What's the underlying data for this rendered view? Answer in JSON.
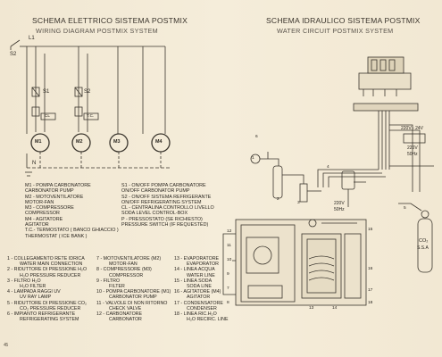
{
  "left": {
    "title": "SCHEMA ELETTRICO SISTEMA POSTMIX",
    "subtitle": "WIRING DIAGRAM POSTMIX SYSTEM",
    "labels": {
      "s2": "S2",
      "l1": "L1",
      "s1": "S1",
      "s2b": "S2",
      "cl": "CL",
      "tc": "T.C.",
      "n": "N",
      "p": "P"
    },
    "motors": [
      "M1",
      "M2",
      "M3",
      "M4"
    ]
  },
  "legend": {
    "col1": [
      "M1 - POMPA CARBONATORE",
      "       CARBONATOR PUMP",
      "M2 - MOTOVENTILATORE",
      "       MOTOR-FAN",
      "M3 - COMPRESSORE",
      "       COMPRESSOR",
      "M4 - AGITATORE",
      "       AGITATOR",
      "T.C.- TERMOSTATO ( BANCO GHIACCIO )",
      "       THERMOSTAT ( ICE BANK )"
    ],
    "col2": [
      "S1 - ON/OFF POMPA CARBONATORE",
      "       ON/OFF CARBONATOR PUMP",
      "S2 - ON/OFF SISTEMA REFRIGERANTE",
      "       ON/OFF REFRIGERATING SYSTEM",
      "CL - CENTRALINA CONTROLLO LIVELLO",
      "       SODA LEVEL CONTROL-BOX",
      "P   - PRESSOSTATO (SE RICHIESTO)",
      "       PRESSURE SWITCH (IF REQUESTED)"
    ]
  },
  "right": {
    "title": "SCHEMA IDRAULICO SISTEMA POSTMIX",
    "subtitle": "WATER CIRCUIT POSTMIX SYSTEM",
    "labels": {
      "v220_24": "220V - 24V",
      "v220": "220V",
      "hz": "50Hz",
      "v220b": "220V",
      "hzb": "50Hz",
      "co2": "CO₂",
      "ssa": "S.S.A"
    },
    "numbers": [
      "1",
      "2",
      "3",
      "4",
      "5",
      "6",
      "7",
      "8",
      "9",
      "10",
      "11",
      "12",
      "13",
      "14",
      "15",
      "16",
      "17",
      "18"
    ]
  },
  "bottom": {
    "col1": [
      [
        "1",
        "- COLLEGAMENTO RETE IDRICA",
        "WATER MAIN CONNECTION"
      ],
      [
        "2",
        "- RIDUTTORE DI PRESSIONE H₂O",
        "H₂O PRESSURE REDUCER"
      ],
      [
        "3",
        "- FILTRO H₂O",
        "H₂O FILTER"
      ],
      [
        "4",
        "- LAMPADA RAGGI UV",
        "UV RAY LAMP"
      ],
      [
        "5",
        "- RIDUTTORE DI PRESSIONE CO₂",
        "CO₂ PRESSURE REDUCER"
      ],
      [
        "6",
        "- IMPIANTO REFRIGERANTE",
        "REFRIGERATING SYSTEM"
      ]
    ],
    "col2": [
      [
        "7",
        "- MOTOVENTILATORE (M2)",
        "MOTOR-FAN"
      ],
      [
        "8",
        "- COMPRESSORE (M3)",
        "COMPRESSOR"
      ],
      [
        "9",
        "- FILTRO",
        "FILTER"
      ],
      [
        "10",
        "- POMPA CARBONATORE (M1)",
        "CARBONATOR PUMP"
      ],
      [
        "11",
        "- VALVOLE DI NON RITORNO",
        "CHECK VALVE"
      ],
      [
        "12",
        "- CARBONATORE",
        "CARBONATOR"
      ]
    ],
    "col3": [
      [
        "13",
        "- EVAPORATORE",
        "EVAPORATOR"
      ],
      [
        "14",
        "- LINEA ACQUA",
        "WATER LINE"
      ],
      [
        "15",
        "- LINEA SODA",
        "SODA LINE"
      ],
      [
        "16",
        "- AGITATORE (M4)",
        "AGITATOR"
      ],
      [
        "17",
        "- CONDENSATORE",
        "CONDENSER"
      ],
      [
        "18",
        "- LINEA RIC.H₂O",
        "H₂O RECIRC. LINE"
      ]
    ]
  },
  "page_number": "45",
  "colors": {
    "paper": "#f3ead7",
    "ink": "#2a2620",
    "line": "#3a352d"
  }
}
